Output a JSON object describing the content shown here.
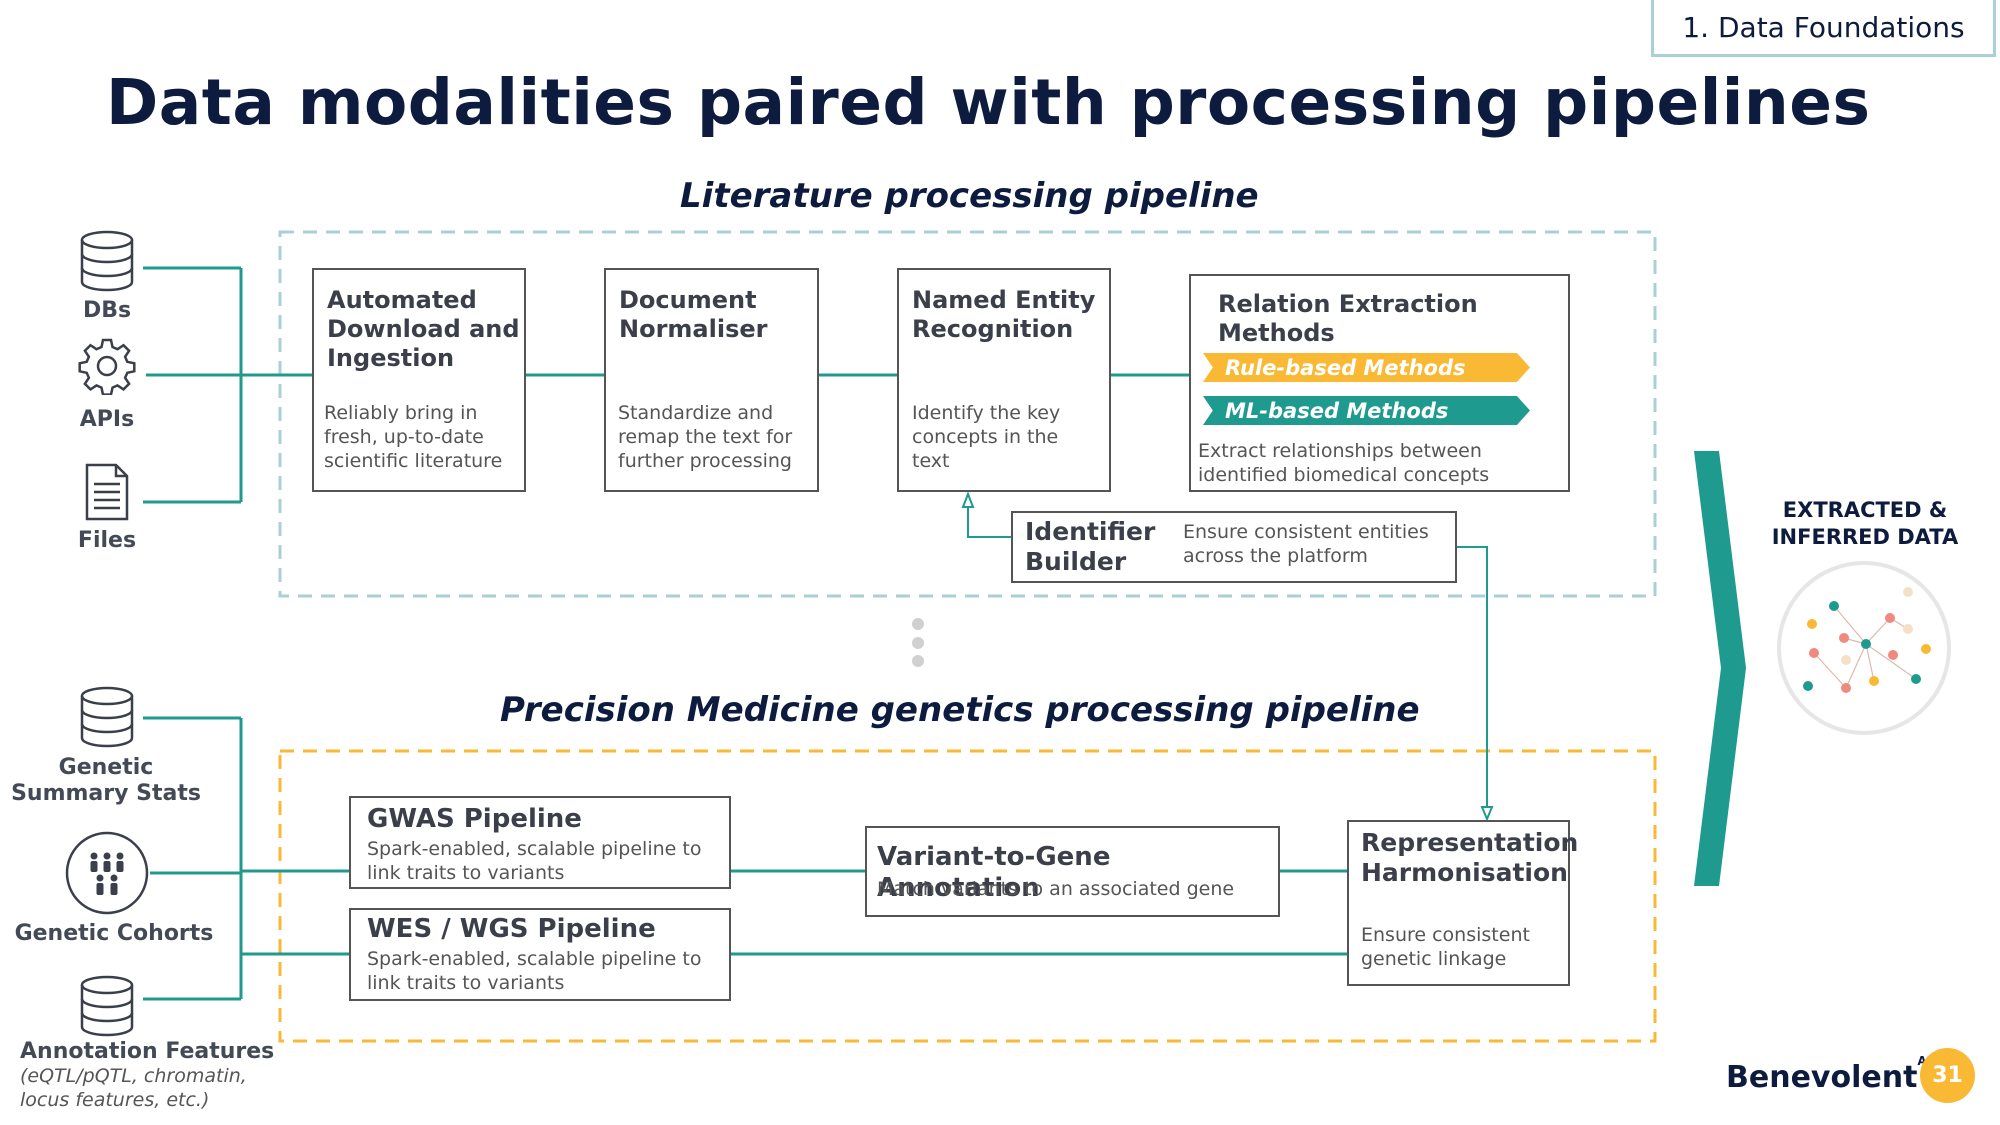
{
  "header": {
    "section_tag": "1. Data Foundations",
    "title": "Data modalities paired with processing pipelines"
  },
  "literature": {
    "title": "Literature processing pipeline",
    "sources": [
      "DBs",
      "APIs",
      "Files"
    ],
    "steps": [
      {
        "title": "Automated Download and Ingestion",
        "desc": "Reliably bring in fresh, up-to-date scientific literature"
      },
      {
        "title": "Document Normaliser",
        "desc": "Standardize and remap the text for further processing"
      },
      {
        "title": "Named Entity Recognition",
        "desc": "Identify the key concepts in the text"
      },
      {
        "title": "Relation Extraction Methods",
        "desc": "Extract relationships between identified biomedical concepts"
      }
    ],
    "methods": [
      "Rule-based Methods",
      "ML-based Methods"
    ],
    "identifier": {
      "title": "Identifier Builder",
      "desc": "Ensure consistent entities across the platform"
    }
  },
  "genetics": {
    "title": "Precision Medicine genetics processing pipeline",
    "sources": [
      "Genetic Summary Stats",
      "Genetic Cohorts",
      "Annotation Features"
    ],
    "annotation_note": "(eQTL/pQTL, chromatin, locus features, etc.)",
    "steps": [
      {
        "title": "GWAS Pipeline",
        "desc": "Spark-enabled, scalable pipeline to link traits to variants"
      },
      {
        "title": "WES / WGS Pipeline",
        "desc": "Spark-enabled, scalable pipeline to link traits to variants"
      },
      {
        "title": "Variant-to-Gene Annotation",
        "desc": "Match variants to an associated gene"
      },
      {
        "title": "Representation Harmonisation",
        "desc": "Ensure consistent genetic linkage"
      }
    ]
  },
  "output": {
    "label": "EXTRACTED & INFERRED DATA"
  },
  "footer": {
    "brand": "Benevolent",
    "brand_sup": "AI",
    "page": "31"
  },
  "colors": {
    "teal": "#1f9a8e",
    "yellow": "#f9b934",
    "navy": "#0d1b3e",
    "dash_blue": "#a9cfd7"
  }
}
